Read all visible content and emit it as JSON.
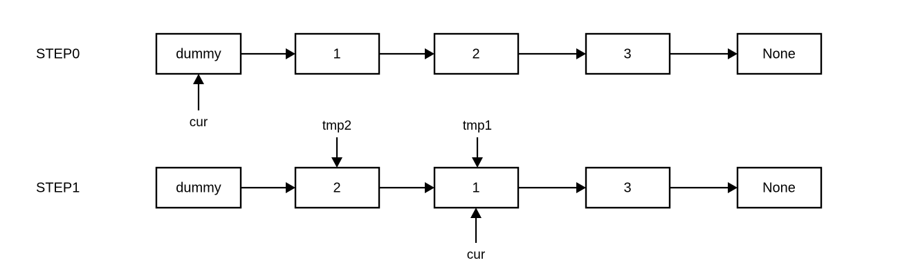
{
  "diagram": {
    "title_hidden": "",
    "background_color": "#ffffff",
    "stroke_color": "#000000",
    "rows": [
      {
        "label": "STEP0",
        "nodes": [
          {
            "text": "dummy"
          },
          {
            "text": "1"
          },
          {
            "text": "2"
          },
          {
            "text": "3"
          },
          {
            "text": "None"
          }
        ],
        "pointers": [
          {
            "label": "cur",
            "target_index": 0,
            "direction": "up"
          }
        ]
      },
      {
        "label": "STEP1",
        "nodes": [
          {
            "text": "dummy"
          },
          {
            "text": "2"
          },
          {
            "text": "1"
          },
          {
            "text": "3"
          },
          {
            "text": "None"
          }
        ],
        "pointers": [
          {
            "label": "tmp2",
            "target_index": 1,
            "direction": "down"
          },
          {
            "label": "tmp1",
            "target_index": 2,
            "direction": "down"
          },
          {
            "label": "cur",
            "target_index": 2,
            "direction": "up"
          }
        ]
      }
    ]
  }
}
